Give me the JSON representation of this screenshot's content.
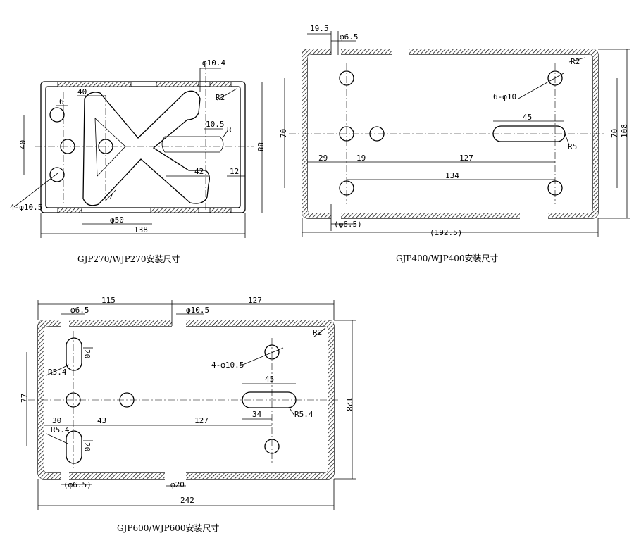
{
  "captions": {
    "gjp270": "GJP270/WJP270安装尺寸",
    "gjp400": "GJP400/WJP400安装尺寸",
    "gjp600": "GJP600/WJP600安装尺寸"
  },
  "gjp270": {
    "d_phi104": "φ10.4",
    "d_r2": "R2",
    "d_40top": "40",
    "d_6": "6",
    "d_40left": "40",
    "d_105": "10.5",
    "d_r": "R",
    "d_88": "88",
    "d_42": "42",
    "d_12": "12",
    "d_7": "7",
    "d_4phi105": "4-φ10.5",
    "d_phi50": "φ50",
    "d_138": "138"
  },
  "gjp400": {
    "d_195": "19.5",
    "d_phi65": "φ6.5",
    "d_r2": "R2",
    "d_6phi10": "6-φ10",
    "d_45": "45",
    "d_70left": "70",
    "d_70right": "70",
    "d_108": "108",
    "d_r5": "R5",
    "d_29": "29",
    "d_19": "19",
    "d_127": "127",
    "d_134": "134",
    "d_phi65b": "(φ6.5)",
    "d_1925": "(192.5)"
  },
  "gjp600": {
    "d_115": "115",
    "d_127top": "127",
    "d_phi65": "φ6.5",
    "d_phi105": "φ10.5",
    "d_r2": "R2",
    "d_20a": "20",
    "d_r54a": "R5.4",
    "d_4phi105": "4-φ10.5",
    "d_45": "45",
    "d_77": "77",
    "d_128": "128",
    "d_34": "34",
    "d_r54c": "R5.4",
    "d_30": "30",
    "d_43": "43",
    "d_127mid": "127",
    "d_r54b": "R5.4",
    "d_20b": "20",
    "d_phi65b": "(φ6.5)",
    "d_phi20": "φ20",
    "d_242": "242"
  }
}
